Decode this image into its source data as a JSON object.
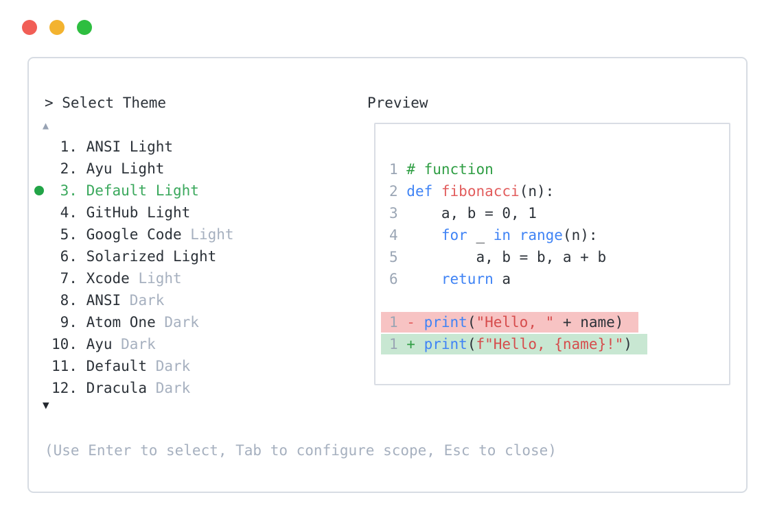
{
  "window": {
    "traffic_lights": [
      {
        "name": "close",
        "color": "#f15e56"
      },
      {
        "name": "minimize",
        "color": "#f3b32f"
      },
      {
        "name": "zoom",
        "color": "#2ebe40"
      }
    ]
  },
  "selector": {
    "prompt": "> Select Theme",
    "scroll_up_indicator": "▲",
    "scroll_down_indicator": "▼",
    "selected_color": "#3aa85c",
    "items": [
      {
        "num": " 1.",
        "main": "ANSI Light",
        "muted_suffix": "",
        "selected": false
      },
      {
        "num": " 2.",
        "main": "Ayu Light",
        "muted_suffix": "",
        "selected": false
      },
      {
        "num": " 3.",
        "main": "Default Light",
        "muted_suffix": "",
        "selected": true
      },
      {
        "num": " 4.",
        "main": "GitHub Light",
        "muted_suffix": "",
        "selected": false
      },
      {
        "num": " 5.",
        "main": "Google Code ",
        "muted_suffix": "Light",
        "selected": false
      },
      {
        "num": " 6.",
        "main": "Solarized Light",
        "muted_suffix": "",
        "selected": false
      },
      {
        "num": " 7.",
        "main": "Xcode ",
        "muted_suffix": "Light",
        "selected": false
      },
      {
        "num": " 8.",
        "main": "ANSI ",
        "muted_suffix": "Dark",
        "selected": false
      },
      {
        "num": " 9.",
        "main": "Atom One ",
        "muted_suffix": "Dark",
        "selected": false
      },
      {
        "num": "10.",
        "main": "Ayu ",
        "muted_suffix": "Dark",
        "selected": false
      },
      {
        "num": "11.",
        "main": "Default ",
        "muted_suffix": "Dark",
        "selected": false
      },
      {
        "num": "12.",
        "main": "Dracula ",
        "muted_suffix": "Dark",
        "selected": false
      }
    ],
    "hint": "(Use Enter to select, Tab to configure scope, Esc to close)"
  },
  "preview": {
    "label": "Preview",
    "code_lines": [
      {
        "n": "1",
        "segs": [
          {
            "c": "cm",
            "t": "# function"
          }
        ]
      },
      {
        "n": "2",
        "segs": [
          {
            "c": "kw",
            "t": "def"
          },
          {
            "c": "pl",
            "t": " "
          },
          {
            "c": "fn",
            "t": "fibonacci"
          },
          {
            "c": "pl",
            "t": "(n):"
          }
        ]
      },
      {
        "n": "3",
        "segs": [
          {
            "c": "pl",
            "t": "    a, b = 0, 1"
          }
        ]
      },
      {
        "n": "4",
        "segs": [
          {
            "c": "pl",
            "t": "    "
          },
          {
            "c": "kw",
            "t": "for"
          },
          {
            "c": "pl",
            "t": " _ "
          },
          {
            "c": "kw",
            "t": "in"
          },
          {
            "c": "pl",
            "t": " "
          },
          {
            "c": "kw",
            "t": "range"
          },
          {
            "c": "pl",
            "t": "(n):"
          }
        ]
      },
      {
        "n": "5",
        "segs": [
          {
            "c": "pl",
            "t": "        a, b = b, a + b"
          }
        ]
      },
      {
        "n": "6",
        "segs": [
          {
            "c": "pl",
            "t": "    "
          },
          {
            "c": "kw",
            "t": "return"
          },
          {
            "c": "pl",
            "t": " a"
          }
        ]
      }
    ],
    "diff_lines": [
      {
        "n": "1",
        "kind": "removed",
        "segs": [
          {
            "c": "rm",
            "t": "- "
          },
          {
            "c": "kw",
            "t": "print"
          },
          {
            "c": "pl",
            "t": "("
          },
          {
            "c": "st",
            "t": "\"Hello, \""
          },
          {
            "c": "pl",
            "t": " + name)"
          }
        ]
      },
      {
        "n": "1",
        "kind": "added",
        "segs": [
          {
            "c": "ad",
            "t": "+ "
          },
          {
            "c": "kw",
            "t": "print"
          },
          {
            "c": "pl",
            "t": "("
          },
          {
            "c": "st",
            "t": "f\"Hello, {name}!\""
          },
          {
            "c": "pl",
            "t": ")"
          }
        ]
      }
    ],
    "diff_bg": {
      "removed": "#f7c3c3",
      "added": "#c8e7d2"
    }
  }
}
